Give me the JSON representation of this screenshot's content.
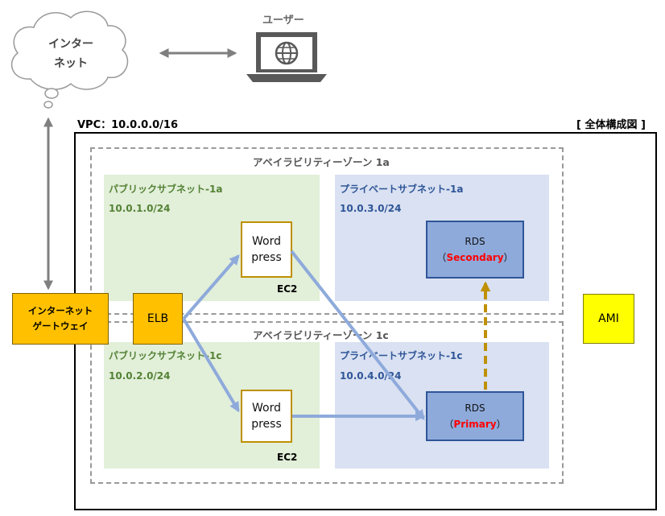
{
  "internet": {
    "line1": "インター",
    "line2": "ネット",
    "icon": "cloud-icon"
  },
  "user": {
    "label": "ユーザー",
    "icon": "laptop-globe-icon"
  },
  "vpc": {
    "label": "VPC：10.0.0.0/16"
  },
  "diagram_title": "[ 全体構成図 ]",
  "zones": [
    {
      "label": "アベイラビリティーゾーン 1a",
      "public_subnet": {
        "name": "パブリックサブネット-1a",
        "cidr": "10.0.1.0/24"
      },
      "private_subnet": {
        "name": "プライベートサブネット-1a",
        "cidr": "10.0.3.0/24"
      },
      "wordpress": {
        "line1": "Word",
        "line2": "press",
        "label": "EC2"
      },
      "rds": {
        "name": "RDS",
        "open": "（",
        "role": "Secondary",
        "close": "）"
      }
    },
    {
      "label": "アベイラビリティーゾーン 1c",
      "public_subnet": {
        "name": "パブリックサブネット-1c",
        "cidr": "10.0.2.0/24"
      },
      "private_subnet": {
        "name": "プライベートサブネット-1c",
        "cidr": "10.0.4.0/24"
      },
      "wordpress": {
        "line1": "Word",
        "line2": "press",
        "label": "EC2"
      },
      "rds": {
        "name": "RDS",
        "open": "（",
        "role": "Primary",
        "close": "）"
      }
    }
  ],
  "igw": {
    "line1": "インターネット",
    "line2": "ゲートウェイ"
  },
  "elb": {
    "label": "ELB"
  },
  "ami": {
    "label": "AMI"
  },
  "colors": {
    "public_subnet_bg": "#e2efd9",
    "private_subnet_bg": "#d9e1f2",
    "flow_arrow": "#8eaadb",
    "replication_arrow": "#bf9000",
    "gateway": "#ffc000",
    "ami": "#ffff00"
  }
}
